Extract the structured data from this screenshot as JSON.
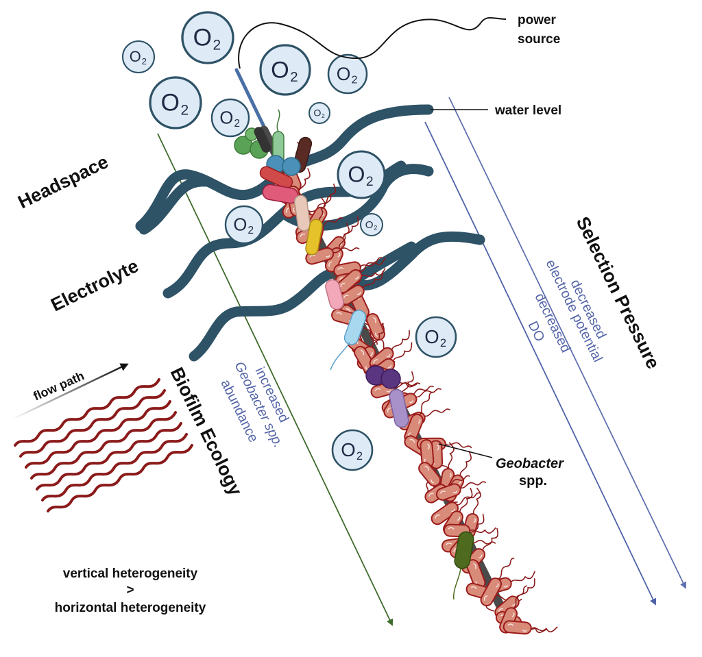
{
  "labels": {
    "power_source_1": "power",
    "power_source_2": "source",
    "water_level": "water level",
    "headspace": "Headspace",
    "electrolyte": "Electrolyte",
    "selection_pressure": "Selection Pressure",
    "decreased_1": "decreased",
    "electrode_potential": "electrode potential",
    "decreased_2": "decreased",
    "do": "DO",
    "biofilm_ecology": "Biofilm Ecology",
    "increased": "increased",
    "geobacter_spp_blue": "Geobacter spp.",
    "abundance": "abundance",
    "flow_path": "flow path",
    "geobacter_italic": "Geobacter",
    "geobacter_spp": "spp.",
    "vertical": "vertical heterogeneity",
    "greater_than": ">",
    "horizontal": "horizontal heterogeneity"
  },
  "oxygen": {
    "symbol": "O",
    "subscript": "2"
  },
  "colors": {
    "wave": "#2e5266",
    "bubble_fill": "#deebf7",
    "bubble_stroke": "#2e5266",
    "electrode": "#4a4a4a",
    "geobacter_fill": "#d98b7a",
    "geobacter_stroke": "#9b1b1b",
    "flagella": "#8b1a1a",
    "green_arrow": "#3d6b2a",
    "blue_arrow": "#4f62a8",
    "blue_text": "#5566a8",
    "flow_lines": "#8b1a1a"
  }
}
